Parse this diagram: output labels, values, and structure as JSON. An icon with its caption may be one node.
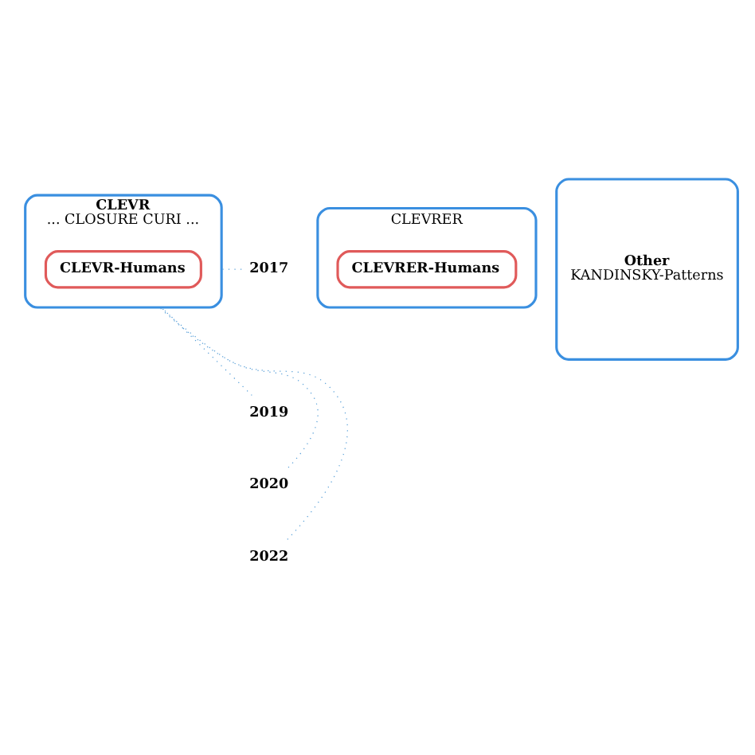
{
  "diagram": {
    "nodes": [
      {
        "text": [
          "CLEVR",
          "... CLOSURE CURI ..."
        ]
      },
      {
        "text": [
          "CLEVR-Humans"
        ],
        "in": 0
      },
      {
        "text": [
          "CLEVRER"
        ]
      },
      {
        "text": [
          "CLEVRER-Humans"
        ],
        "in": 2
      },
      {
        "text": [
          "Other",
          "KANDINSKY-Patterns"
        ]
      },
      {
        "text": [
          "2017"
        ]
      },
      {
        "text": [
          "2019"
        ]
      },
      {
        "text": [
          "2020"
        ]
      },
      {
        "text": [
          "2022"
        ]
      }
    ],
    "edges": [
      {
        "from": 5,
        "to": 0,
        "arrow": "none",
        "style": "dashed"
      },
      {
        "from": 6,
        "to": 0,
        "arrow": "none",
        "style": "dashed"
      },
      {
        "from": 7,
        "to": 0,
        "arrow": "none",
        "style": "dashed"
      },
      {
        "from": 8,
        "to": 0,
        "arrow": "none",
        "style": "dashed"
      }
    ]
  }
}
